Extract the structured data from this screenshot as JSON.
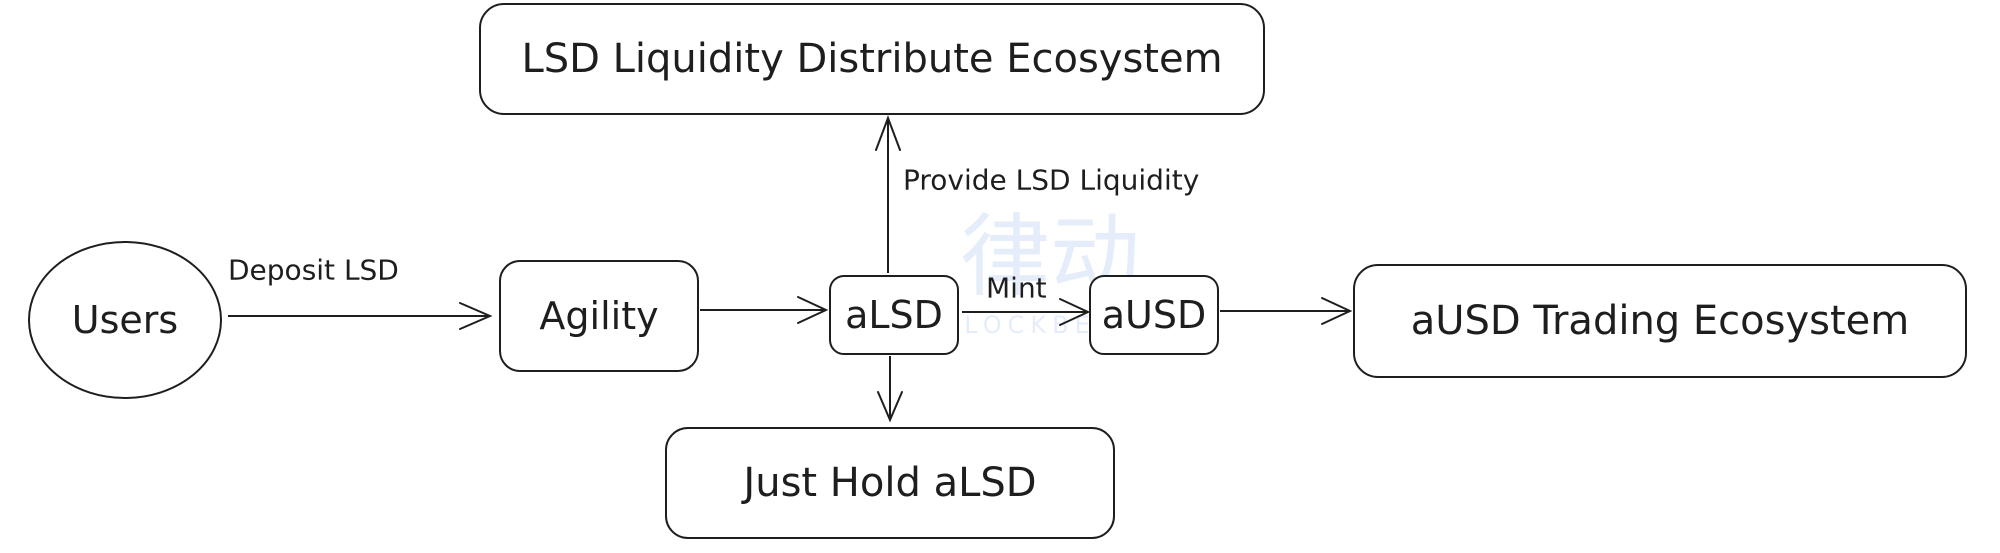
{
  "nodes": {
    "users": "Users",
    "agility": "Agility",
    "alsd": "aLSD",
    "ausd": "aUSD",
    "lsd_ecosystem": "LSD Liquidity Distribute Ecosystem",
    "hold": "Just Hold aLSD",
    "ausd_ecosystem": "aUSD Trading Ecosystem"
  },
  "edges": {
    "deposit": "Deposit LSD",
    "provide": "Provide LSD Liquidity",
    "mint": "Mint"
  },
  "watermark": {
    "main": "律动",
    "sub": "BLOCKBEATS"
  }
}
